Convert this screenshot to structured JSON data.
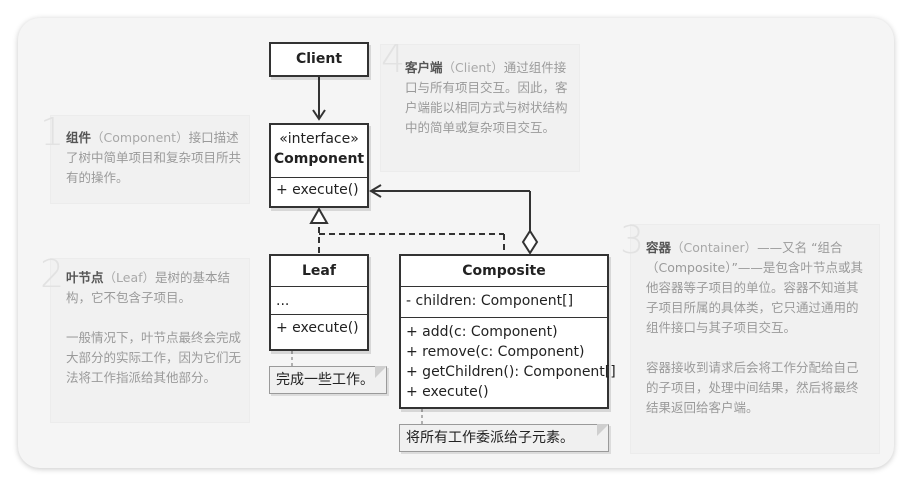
{
  "classes": {
    "client": {
      "name": "Client"
    },
    "component": {
      "stereotype": "«interface»",
      "name": "Component",
      "methods": [
        "+ execute()"
      ]
    },
    "leaf": {
      "name": "Leaf",
      "fields": [
        "..."
      ],
      "methods": [
        "+ execute()"
      ]
    },
    "composite": {
      "name": "Composite",
      "fields": [
        "- children: Component[]"
      ],
      "methods": [
        "+ add(c: Component)",
        "+ remove(c: Component)",
        "+ getChildren(): Component[]",
        "+ execute()"
      ]
    }
  },
  "comments": {
    "leaf": "完成一些工作。",
    "composite": "将所有工作委派给子元素。"
  },
  "notes": {
    "n1": {
      "number": "1",
      "bold": "组件",
      "paren": "（Component）",
      "text": "接口描述了树中简单项目和复杂项目所共有的操作。"
    },
    "n2": {
      "number": "2",
      "bold": "叶节点",
      "paren": "（Leaf）",
      "text": "是树的基本结构，它不包含子项目。",
      "p2": "一般情况下，叶节点最终会完成大部分的实际工作，因为它们无法将工作指派给其他部分。"
    },
    "n3": {
      "number": "3",
      "bold": "容器",
      "paren": "（Container）",
      "text": "——又名 “组合（Composite）”——是包含叶节点或其他容器等子项目的单位。容器不知道其子项目所属的具体类，它只通过通用的组件接口与其子项目交互。",
      "p2": "容器接收到请求后会将工作分配给自己的子项目，处理中间结果，然后将最终结果返回给客户端。"
    },
    "n4": {
      "number": "4",
      "bold": "客户端",
      "paren": "（Client）",
      "text": "通过组件接口与所有项目交互。因此，客户端能以相同方式与树状结构中的简单或复杂项目交互。"
    }
  },
  "colors": {
    "frame": "#f5f5f5",
    "panel": "#f1f1f1",
    "line": "#333333",
    "note_text": "#9a9a9a"
  }
}
